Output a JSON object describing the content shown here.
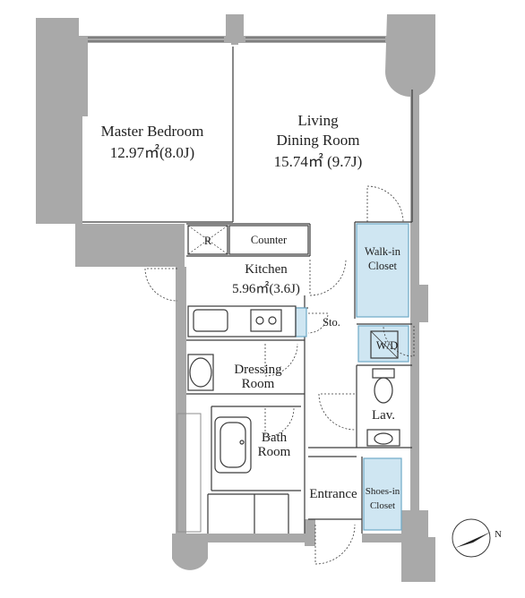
{
  "colors": {
    "wall": "#a9a9a9",
    "wall_dark": "#8e8e8e",
    "line": "#3a3a3a",
    "closet_fill": "#cfe6f2",
    "closet_stroke": "#6fa9c7",
    "floor": "#ffffff"
  },
  "rooms": {
    "master_bedroom": {
      "name": "Master Bedroom",
      "area": "12.97㎡(8.0J)"
    },
    "living_dining": {
      "name_line1": "Living",
      "name_line2": "Dining Room",
      "area": "15.74㎡ (9.7J)"
    },
    "counter": {
      "name": "Counter"
    },
    "refrigerator": {
      "name": "R"
    },
    "kitchen": {
      "name": "Kitchen",
      "area": "5.96㎡(3.6J)"
    },
    "walkin_closet": {
      "name_line1": "Walk-in",
      "name_line2": "Closet"
    },
    "storage": {
      "name": "Sto."
    },
    "washer": {
      "name": "W/D"
    },
    "dressing_room": {
      "name_line1": "Dressing",
      "name_line2": "Room"
    },
    "lavatory": {
      "name": "Lav."
    },
    "bath_room": {
      "name_line1": "Bath",
      "name_line2": "Room"
    },
    "entrance": {
      "name": "Entrance"
    },
    "shoes_closet": {
      "name_line1": "Shoes-in",
      "name_line2": "Closet"
    }
  },
  "compass": {
    "label": "N",
    "icon": "compass-north-arrow-icon"
  }
}
